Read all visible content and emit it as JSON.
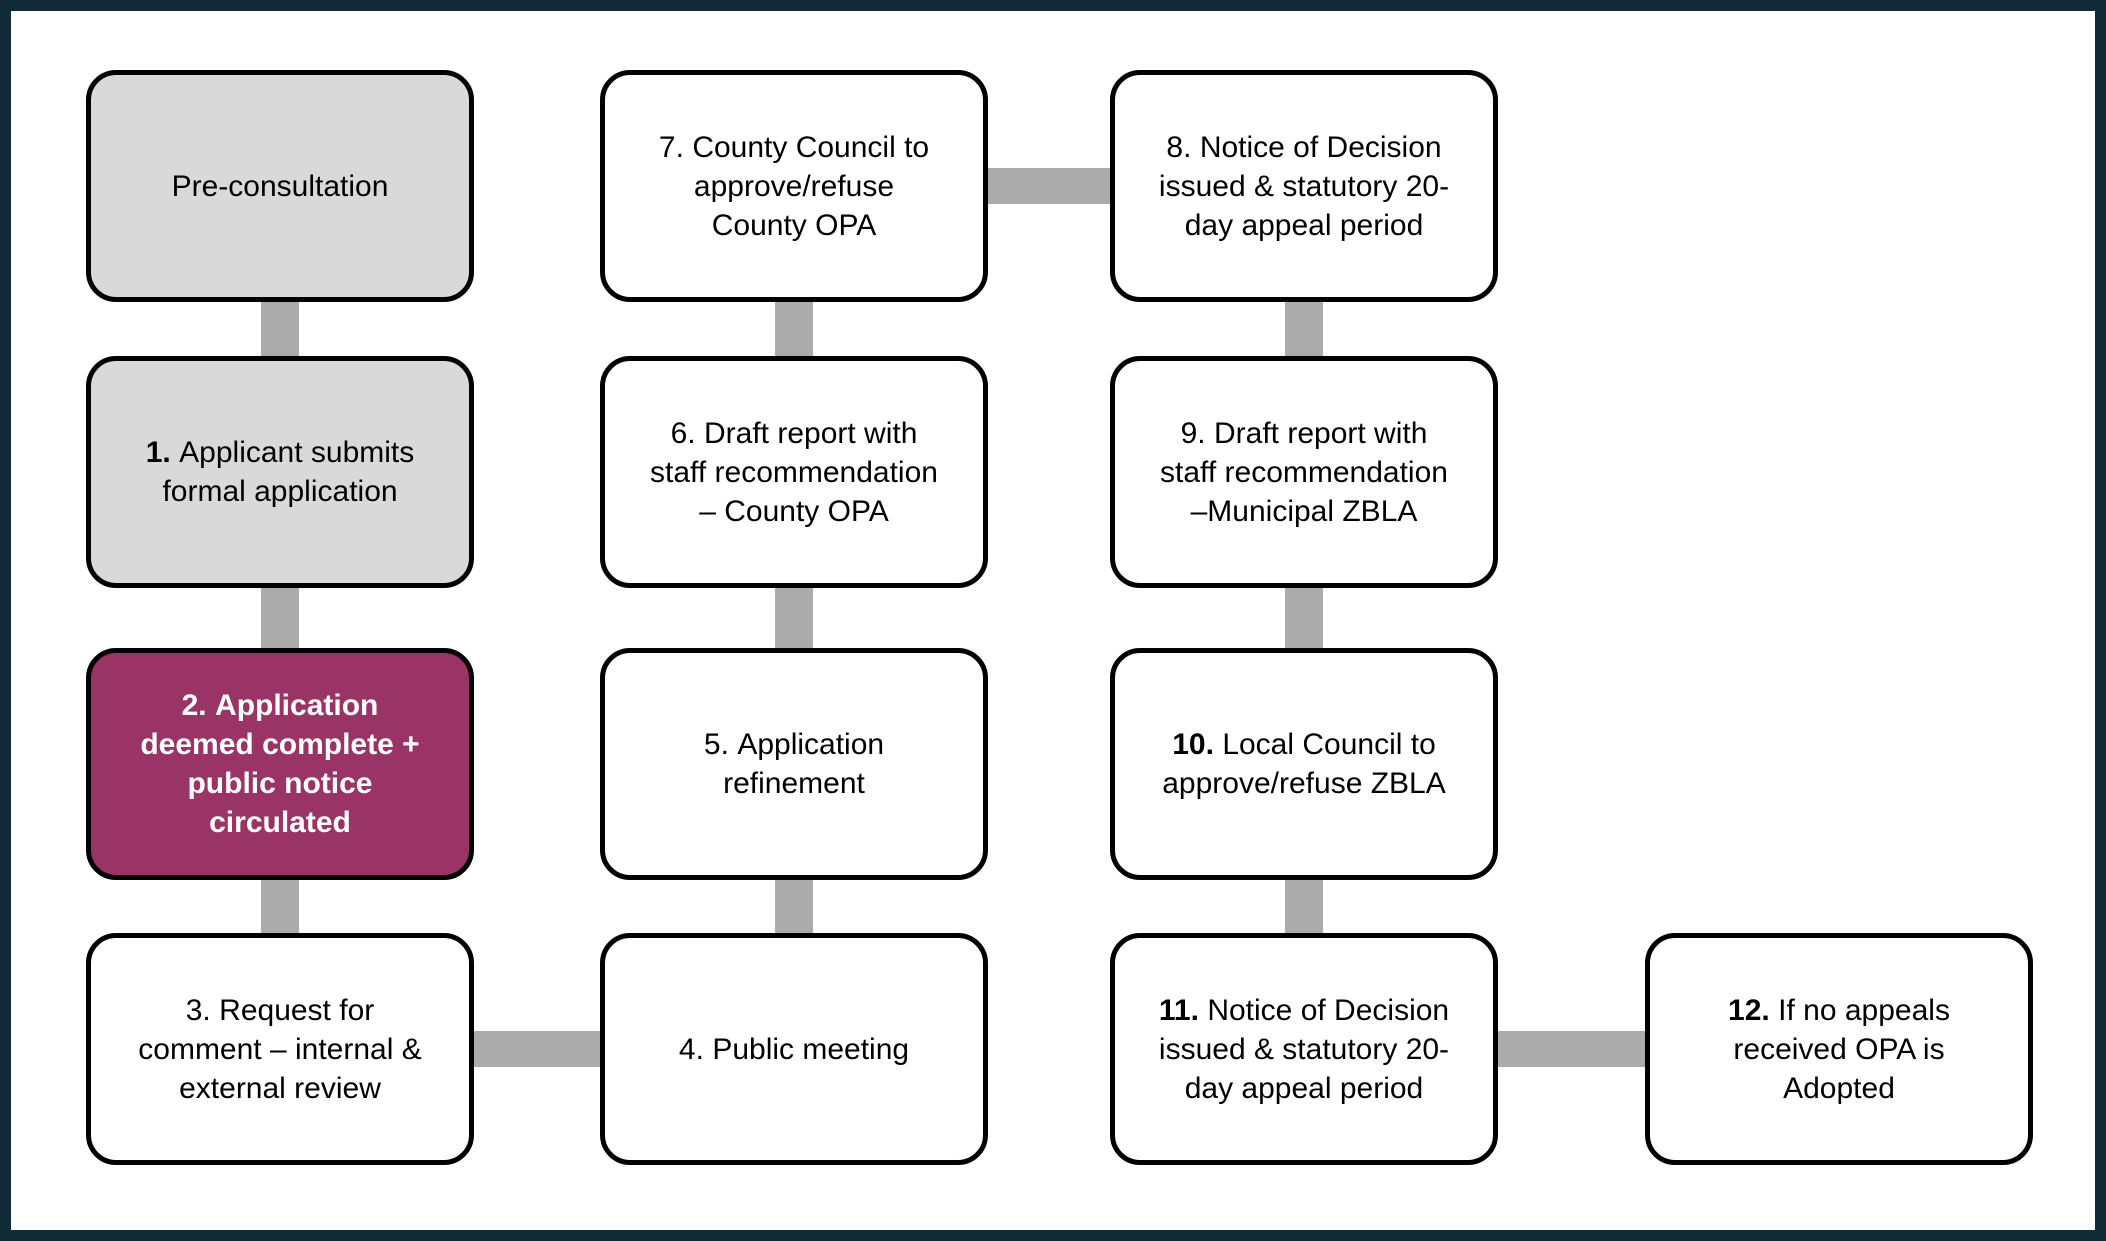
{
  "palette": {
    "frame_border": "#102B36",
    "gray_fill": "#D9D9D9",
    "accent_fill": "#9A3466",
    "white_fill": "#FFFFFF",
    "connector": "#ABABAB",
    "box_border": "#000000",
    "text": "#000000",
    "accent_text": "#FFFFFF"
  },
  "boxes": {
    "pre": {
      "num": "",
      "text": "Pre-consultation"
    },
    "b1": {
      "num": "1.",
      "text": "Applicant submits\nformal application"
    },
    "b2": {
      "num": "2.",
      "text": "Application\ndeemed complete +\npublic notice\ncirculated"
    },
    "b3": {
      "num": "3.",
      "text": "Request for\ncomment – internal &\nexternal review"
    },
    "b4": {
      "num": "4.",
      "text": "Public meeting"
    },
    "b5": {
      "num": "5.",
      "text": "Application\nrefinement"
    },
    "b6": {
      "num": "6.",
      "text": "Draft report with\nstaff recommendation\n– County OPA"
    },
    "b7": {
      "num": "7.",
      "text": "County Council to\napprove/refuse\nCounty OPA"
    },
    "b8": {
      "num": "8.",
      "text": "Notice of Decision\nissued & statutory 20-\nday appeal period"
    },
    "b9": {
      "num": "9.",
      "text": "Draft report with\nstaff recommendation\n–Municipal ZBLA"
    },
    "b10": {
      "num": "10.",
      "text": "Local Council to\napprove/refuse ZBLA"
    },
    "b11": {
      "num": "11.",
      "text": "Notice of Decision\nissued & statutory 20-\nday appeal period"
    },
    "b12": {
      "num": "12.",
      "text": "If no appeals\nreceived OPA is\nAdopted"
    }
  }
}
